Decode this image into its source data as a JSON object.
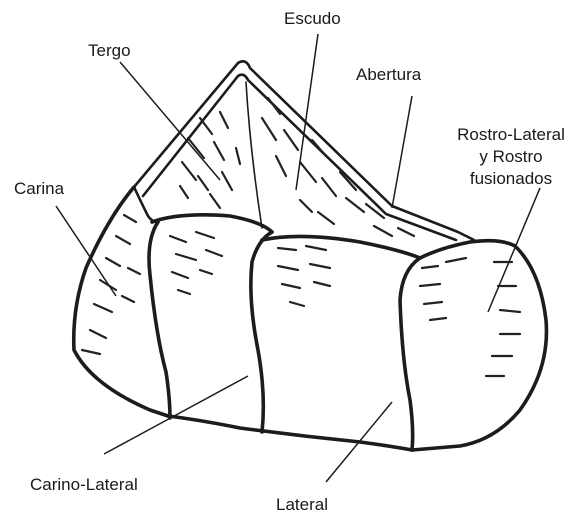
{
  "labels": {
    "escudo": "Escudo",
    "tergo": "Tergo",
    "abertura": "Abertura",
    "rostro_line1": "Rostro-Lateral",
    "rostro_line2": "y Rostro",
    "rostro_line3": "fusionados",
    "carina": "Carina",
    "carino_lateral": "Carino-Lateral",
    "lateral": "Lateral"
  },
  "colors": {
    "ink": "#1c1c1c",
    "background": "#ffffff"
  }
}
